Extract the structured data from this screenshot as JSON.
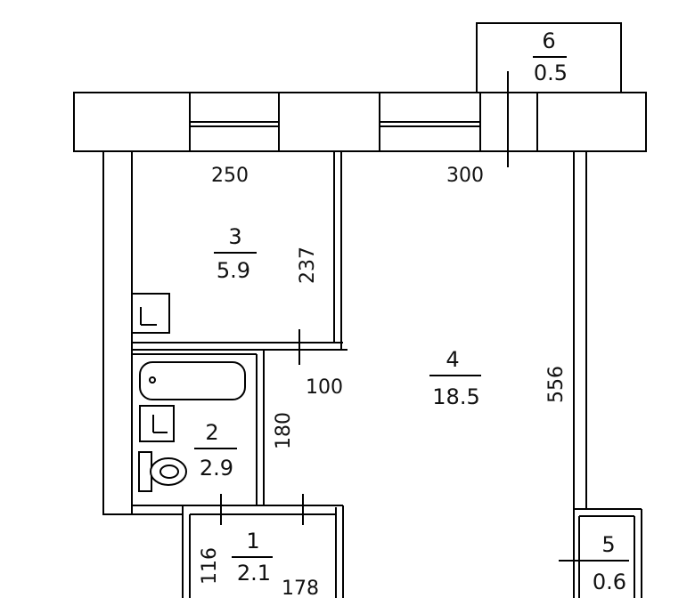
{
  "rooms": [
    {
      "number": "1",
      "area": "2.1"
    },
    {
      "number": "2",
      "area": "2.9"
    },
    {
      "number": "3",
      "area": "5.9"
    },
    {
      "number": "4",
      "area": "18.5"
    },
    {
      "number": "5",
      "area": "0.6"
    },
    {
      "number": "6",
      "area": "0.5"
    }
  ],
  "dimensions": {
    "room3_width": "250",
    "room3_height": "237",
    "room4_width": "300",
    "room4_height": "556",
    "passage_width": "100",
    "bathroom_height": "180",
    "hall_height": "116",
    "hall_width": "178"
  }
}
